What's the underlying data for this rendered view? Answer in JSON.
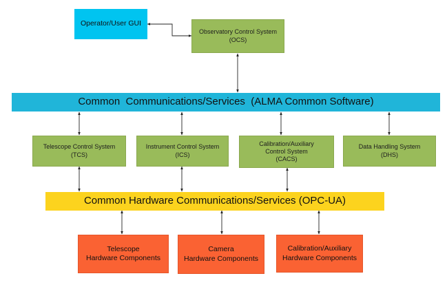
{
  "gui": {
    "label": "Operator/User GUI"
  },
  "ocs": {
    "line1": "Observatory Control System",
    "line2": "(OCS)"
  },
  "acs_bar": {
    "label": "Common  Communications/Services  (ALMA Common Software)"
  },
  "subsystems": [
    {
      "line1": "Telescope Control System",
      "line2": "(TCS)"
    },
    {
      "line1": "Instrument Control System",
      "line2": "(ICS)"
    },
    {
      "line1": "Calibration/Auxiliary",
      "line2": "Control System",
      "line3": "(CACS)"
    },
    {
      "line1": "Data Handling System",
      "line2": "(DHS)"
    }
  ],
  "opc_bar": {
    "label": "Common Hardware Communications/Services (OPC-UA)"
  },
  "hardware": [
    {
      "line1": "Telescope",
      "line2": "Hardware Components"
    },
    {
      "line1": "Camera",
      "line2": "Hardware Components"
    },
    {
      "line1": "Calibration/Auxiliary",
      "line2": "Hardware Components"
    }
  ],
  "colors": {
    "gui": "#00c4f0",
    "control_boxes": "#99bb5a",
    "acs_bar": "#20b5d9",
    "opc_bar": "#fcd31e",
    "hardware_boxes": "#fa6233"
  }
}
